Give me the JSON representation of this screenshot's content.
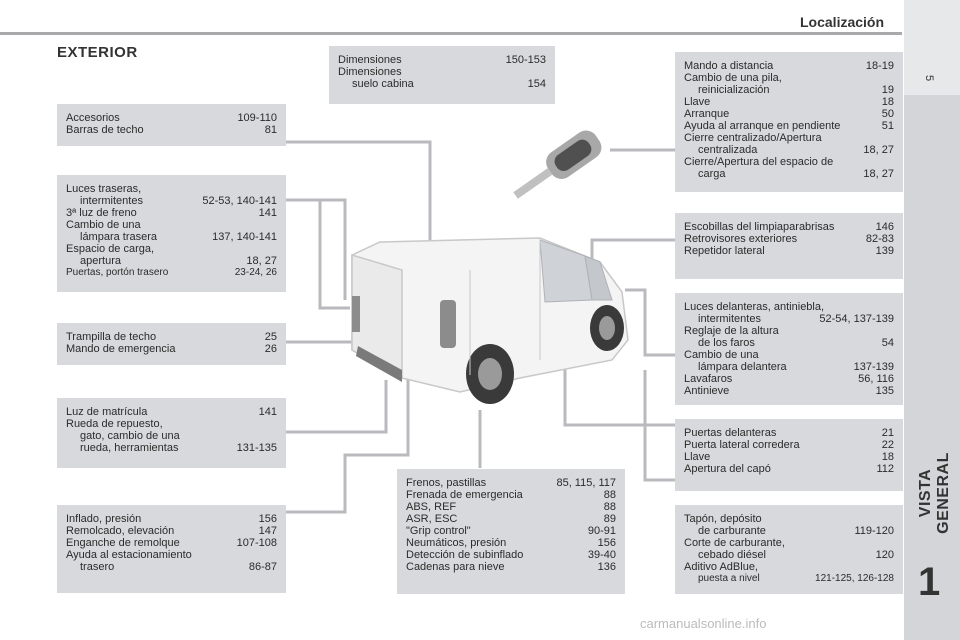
{
  "header": {
    "title": "Localización",
    "page_number": "5"
  },
  "sidebar": {
    "label": "VISTA GENERAL",
    "chapter": "1"
  },
  "section_title": "EXTERIOR",
  "footer": "carmanualsonline.info",
  "boxes": {
    "dimensiones": [
      {
        "label": "Dimensiones",
        "pages": "150-153"
      },
      {
        "label": "Dimensiones",
        "pages": ""
      },
      {
        "label": "suelo cabina",
        "pages": "154",
        "indent": true
      }
    ],
    "accesorios": [
      {
        "label": "Accesorios",
        "pages": "109-110"
      },
      {
        "label": "Barras de techo",
        "pages": "81"
      }
    ],
    "luces_traseras": [
      {
        "label": "Luces traseras,",
        "pages": ""
      },
      {
        "label": "intermitentes",
        "pages": "52-53, 140-141",
        "indent": true
      },
      {
        "label": "3ª luz de freno",
        "pages": "141"
      },
      {
        "label": "Cambio de una",
        "pages": ""
      },
      {
        "label": "lámpara trasera",
        "pages": "137, 140-141",
        "indent": true
      },
      {
        "label": "Espacio de carga,",
        "pages": ""
      },
      {
        "label": "apertura",
        "pages": "18, 27",
        "indent": true
      },
      {
        "label": "Puertas, portón trasero",
        "pages": "23-24, 26",
        "small": true
      }
    ],
    "trampilla": [
      {
        "label": "Trampilla de techo",
        "pages": "25"
      },
      {
        "label": "Mando de emergencia",
        "pages": "26"
      }
    ],
    "luz_matricula": [
      {
        "label": "Luz de matrícula",
        "pages": "141"
      },
      {
        "label": "Rueda de repuesto,",
        "pages": ""
      },
      {
        "label": "gato, cambio de una",
        "pages": "",
        "indent": true
      },
      {
        "label": "rueda, herramientas",
        "pages": "131-135",
        "indent": true
      }
    ],
    "inflado": [
      {
        "label": "Inflado, presión",
        "pages": "156"
      },
      {
        "label": "Remolcado, elevación",
        "pages": "147"
      },
      {
        "label": "Enganche de remolque",
        "pages": "107-108"
      },
      {
        "label": "Ayuda al estacionamiento",
        "pages": ""
      },
      {
        "label": "trasero",
        "pages": "86-87",
        "indent": true
      }
    ],
    "frenos": [
      {
        "label": "Frenos, pastillas",
        "pages": "85, 115, 117"
      },
      {
        "label": "Frenada de emergencia",
        "pages": "88"
      },
      {
        "label": "ABS, REF",
        "pages": "88"
      },
      {
        "label": "ASR, ESC",
        "pages": "89"
      },
      {
        "label": "\"Grip control\"",
        "pages": "90-91"
      },
      {
        "label": "Neumáticos, presión",
        "pages": "156"
      },
      {
        "label": "Detección de subinflado",
        "pages": "39-40"
      },
      {
        "label": "Cadenas para nieve",
        "pages": "136"
      }
    ],
    "mando": [
      {
        "label": "Mando a distancia",
        "pages": "18-19"
      },
      {
        "label": "Cambio de una pila,",
        "pages": ""
      },
      {
        "label": "reinicialización",
        "pages": "19",
        "indent": true
      },
      {
        "label": "Llave",
        "pages": "18"
      },
      {
        "label": "Arranque",
        "pages": "50"
      },
      {
        "label": "Ayuda al arranque en pendiente",
        "pages": "51"
      },
      {
        "label": "Cierre centralizado/Apertura",
        "pages": ""
      },
      {
        "label": "centralizada",
        "pages": "18, 27",
        "indent": true
      },
      {
        "label": "Cierre/Apertura del espacio de",
        "pages": ""
      },
      {
        "label": "carga",
        "pages": "18, 27",
        "indent": true
      }
    ],
    "escobillas": [
      {
        "label": "Escobillas del limpiaparabrisas",
        "pages": "146"
      },
      {
        "label": "Retrovisores exteriores",
        "pages": "82-83"
      },
      {
        "label": "Repetidor lateral",
        "pages": "139"
      }
    ],
    "luces_delanteras": [
      {
        "label": "Luces delanteras, antiniebla,",
        "pages": ""
      },
      {
        "label": "intermitentes",
        "pages": "52-54, 137-139",
        "indent": true
      },
      {
        "label": "Reglaje de la altura",
        "pages": ""
      },
      {
        "label": "de los faros",
        "pages": "54",
        "indent": true
      },
      {
        "label": "Cambio de una",
        "pages": ""
      },
      {
        "label": "lámpara delantera",
        "pages": "137-139",
        "indent": true
      },
      {
        "label": "Lavafaros",
        "pages": "56, 116"
      },
      {
        "label": "Antinieve",
        "pages": "135"
      }
    ],
    "puertas_delanteras": [
      {
        "label": "Puertas delanteras",
        "pages": "21"
      },
      {
        "label": "Puerta lateral corredera",
        "pages": "22"
      },
      {
        "label": "Llave",
        "pages": "18"
      },
      {
        "label": "Apertura del capó",
        "pages": "112"
      }
    ],
    "tapon": [
      {
        "label": "Tapón, depósito",
        "pages": ""
      },
      {
        "label": "de carburante",
        "pages": "119-120",
        "indent": true
      },
      {
        "label": "Corte de carburante,",
        "pages": ""
      },
      {
        "label": "cebado diésel",
        "pages": "120",
        "indent": true
      },
      {
        "label": "Aditivo AdBlue,",
        "pages": ""
      },
      {
        "label": "puesta a nivel",
        "pages": "121-125, 126-128",
        "indent": true,
        "small": true
      }
    ]
  }
}
